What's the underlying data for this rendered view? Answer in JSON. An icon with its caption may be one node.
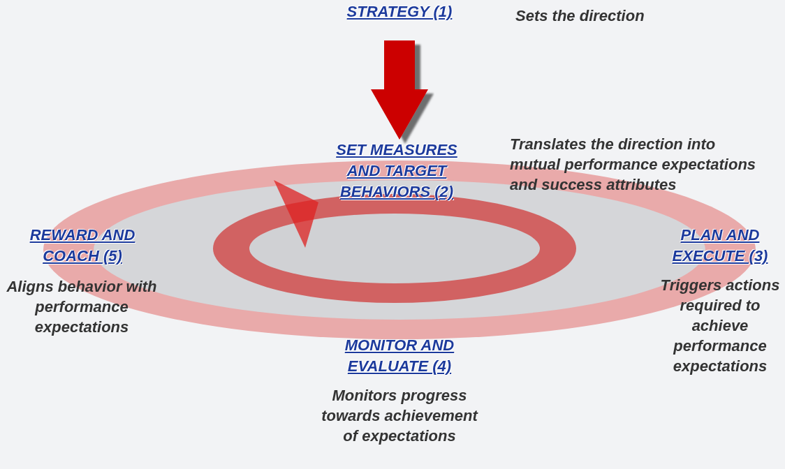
{
  "diagram": {
    "nodes": [
      {
        "text": [
          "STRATEGY (1)"
        ]
      },
      {
        "text": [
          "SET MEASURES AND TARGET BEHAVIORS (2)"
        ],
        "beside": [
          "Translates the direction into mutual performance expectations and success attributes"
        ]
      },
      {
        "text": [
          "PLAN AND EXECUTE (3)"
        ],
        "beside": [
          "Triggers actions required to achieve performance expectations"
        ]
      },
      {
        "text": [
          "MONITOR AND EVALUATE (4)"
        ],
        "beside": [
          "Monitors progress towards achievement of expectations"
        ]
      },
      {
        "text": [
          "REWARD AND COACH (5)"
        ],
        "beside": [
          "Aligns behavior with performance expectations"
        ]
      }
    ],
    "edges": [
      {
        "from": 0,
        "to": 1,
        "arrow": "to",
        "style": "thick",
        "color": "#cc0000"
      }
    ],
    "labels": [
      "Sets the direction"
    ]
  }
}
